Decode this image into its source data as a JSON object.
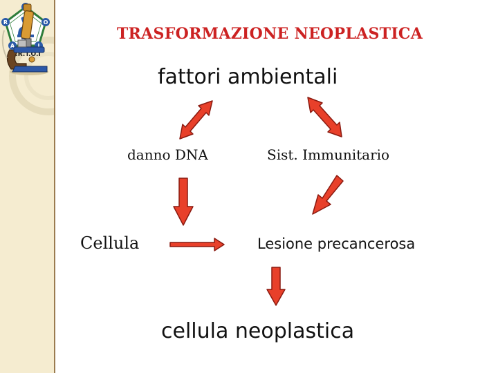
{
  "logo": {
    "letters": [
      "T",
      "O",
      "I",
      "A",
      "R"
    ],
    "caption": "A.R.T.O.I"
  },
  "slide": {
    "title": "TRASFORMAZIONE NEOPLASTICA",
    "factors": "fattori ambientali",
    "dna_damage": "danno DNA",
    "immune": "Sist. Immunitario",
    "cell": "Cellula",
    "lesion": "Lesione precancerosa",
    "neoplastic": "cellula neoplastica"
  },
  "colors": {
    "title": "#cc2222",
    "arrow_fill": "#e8402a",
    "arrow_stroke": "#8a1a10",
    "sidebar_bg": "#f5ecd0"
  },
  "icons": {
    "logo": "artoi-logo-icon",
    "decoration": "microscope-icon"
  }
}
